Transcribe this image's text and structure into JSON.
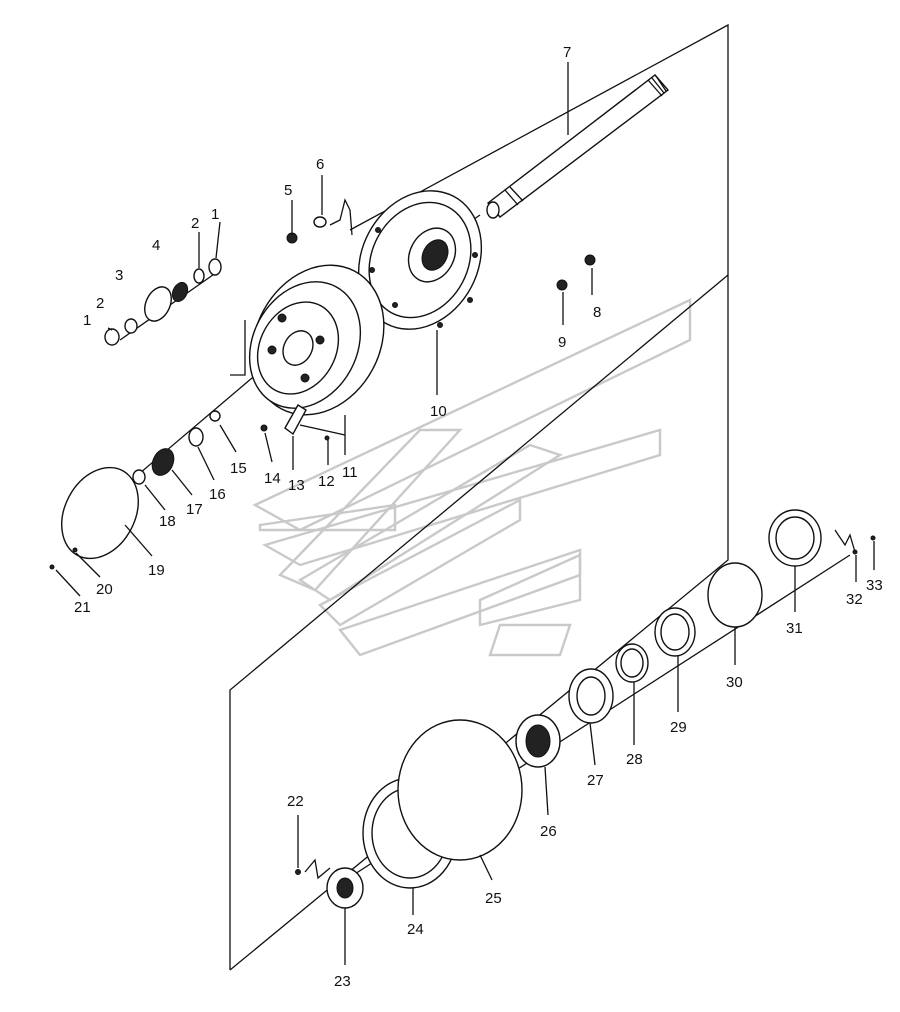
{
  "diagram": {
    "labels": [
      "1",
      "2",
      "3",
      "4",
      "2",
      "1",
      "5",
      "6",
      "7",
      "8",
      "9",
      "10",
      "11",
      "12",
      "13",
      "14",
      "15",
      "16",
      "17",
      "18",
      "19",
      "20",
      "21",
      "22",
      "23",
      "24",
      "25",
      "26",
      "27",
      "28",
      "29",
      "30",
      "31",
      "32",
      "33"
    ]
  }
}
